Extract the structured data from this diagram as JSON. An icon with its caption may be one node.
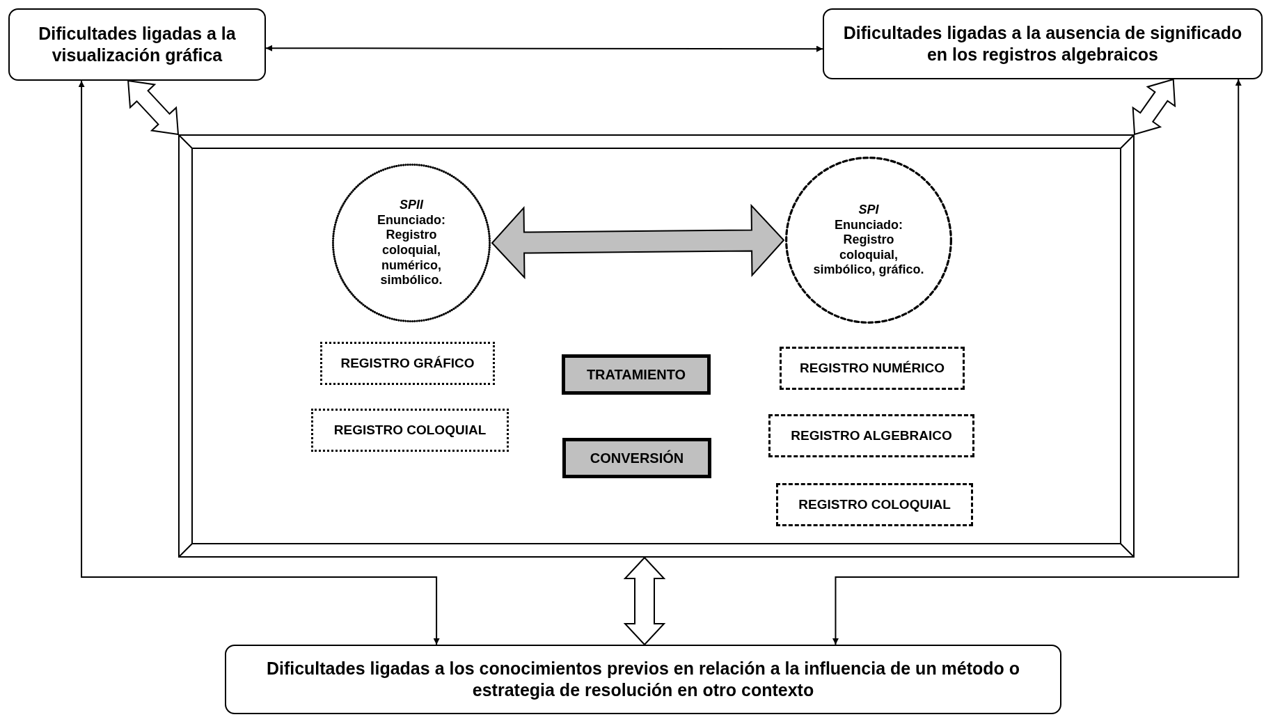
{
  "diagram": {
    "nodes": [
      {
        "text": [
          "Dificultades ligadas a la visualización gráfica"
        ]
      },
      {
        "text": [
          "Dificultades ligadas a la ausencia de significado en los registros algebraicos"
        ]
      },
      {
        "text": [],
        "shape": "box"
      },
      {
        "text": [
          "SPII",
          "Enunciado: Registro coloquial, numérico, simbólico."
        ],
        "in": 2
      },
      {
        "text": [
          "SPI",
          "Enunciado: Registro coloquial, simbólico, gráfico."
        ],
        "in": 2
      },
      {
        "text": [
          "REGISTRO GRÁFICO"
        ],
        "in": 2
      },
      {
        "text": [
          "REGISTRO COLOQUIAL"
        ],
        "in": 2
      },
      {
        "text": [
          "TRATAMIENTO"
        ],
        "in": 2
      },
      {
        "text": [
          "CONVERSIÓN"
        ],
        "in": 2
      },
      {
        "text": [
          "REGISTRO NUMÉRICO"
        ],
        "in": 2
      },
      {
        "text": [
          "REGISTRO ALGEBRAICO"
        ],
        "in": 2
      },
      {
        "text": [
          "REGISTRO COLOQUIAL"
        ],
        "in": 2
      },
      {
        "text": [
          "Dificultades ligadas a los conocimientos previos en relación a la influencia de un método o estrategia de resolución en otro contexto"
        ]
      }
    ],
    "edges": [
      {
        "from": 0,
        "to": 1,
        "arrow": "both"
      },
      {
        "from": 0,
        "to": 2,
        "arrow": "both",
        "style": "thick"
      },
      {
        "from": 1,
        "to": 2,
        "arrow": "both",
        "style": "thick"
      },
      {
        "from": 3,
        "to": 4,
        "arrow": "both",
        "style": "thick",
        "color": "#c0c0c0"
      },
      {
        "from": 2,
        "to": 12,
        "arrow": "both",
        "style": "thick"
      },
      {
        "from": 0,
        "to": 12,
        "arrow": "both"
      },
      {
        "from": 1,
        "to": 12,
        "arrow": "both"
      }
    ]
  }
}
